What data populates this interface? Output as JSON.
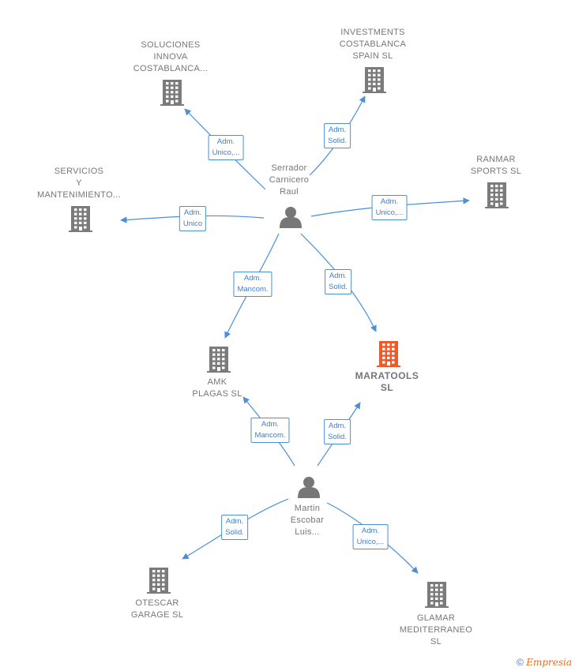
{
  "colors": {
    "edge": "#4a90d9",
    "building": "#7b7b7b",
    "building_main": "#f05a28",
    "person": "#777777"
  },
  "people": [
    {
      "id": "p1",
      "name": "Serrador\nCarnicero\nRaul"
    },
    {
      "id": "p2",
      "name": "Martin\nEscobar\nLuis..."
    }
  ],
  "companies": [
    {
      "id": "c1",
      "name": "SOLUCIONES\nINNOVA\nCOSTABLANCA..."
    },
    {
      "id": "c2",
      "name": "INVESTMENTS\nCOSTABLANCA\nSPAIN  SL"
    },
    {
      "id": "c3",
      "name": "RANMAR\nSPORTS  SL"
    },
    {
      "id": "c4",
      "name": "SERVICIOS\nY\nMANTENIMIENTO..."
    },
    {
      "id": "c5",
      "name": "AMK\nPLAGAS  SL"
    },
    {
      "id": "c6",
      "name": "MARATOOLS\nSL",
      "main": true
    },
    {
      "id": "c7",
      "name": "OTESCAR\nGARAGE  SL"
    },
    {
      "id": "c8",
      "name": "GLAMAR\nMEDITERRANEO\nSL"
    }
  ],
  "edges": [
    {
      "from": "p1",
      "to": "c1",
      "label": "Adm.\nUnico,..."
    },
    {
      "from": "p1",
      "to": "c2",
      "label": "Adm.\nSolid."
    },
    {
      "from": "p1",
      "to": "c3",
      "label": "Adm.\nUnico,..."
    },
    {
      "from": "p1",
      "to": "c4",
      "label": "Adm.\nUnico"
    },
    {
      "from": "p1",
      "to": "c5",
      "label": "Adm.\nMancom."
    },
    {
      "from": "p1",
      "to": "c6",
      "label": "Adm.\nSolid."
    },
    {
      "from": "p2",
      "to": "c5",
      "label": "Adm.\nMancom."
    },
    {
      "from": "p2",
      "to": "c6",
      "label": "Adm.\nSolid."
    },
    {
      "from": "p2",
      "to": "c7",
      "label": "Adm.\nSolid."
    },
    {
      "from": "p2",
      "to": "c8",
      "label": "Adm.\nUnico,..."
    }
  ],
  "footer": {
    "copyright": "©",
    "brand": "Empresia"
  }
}
